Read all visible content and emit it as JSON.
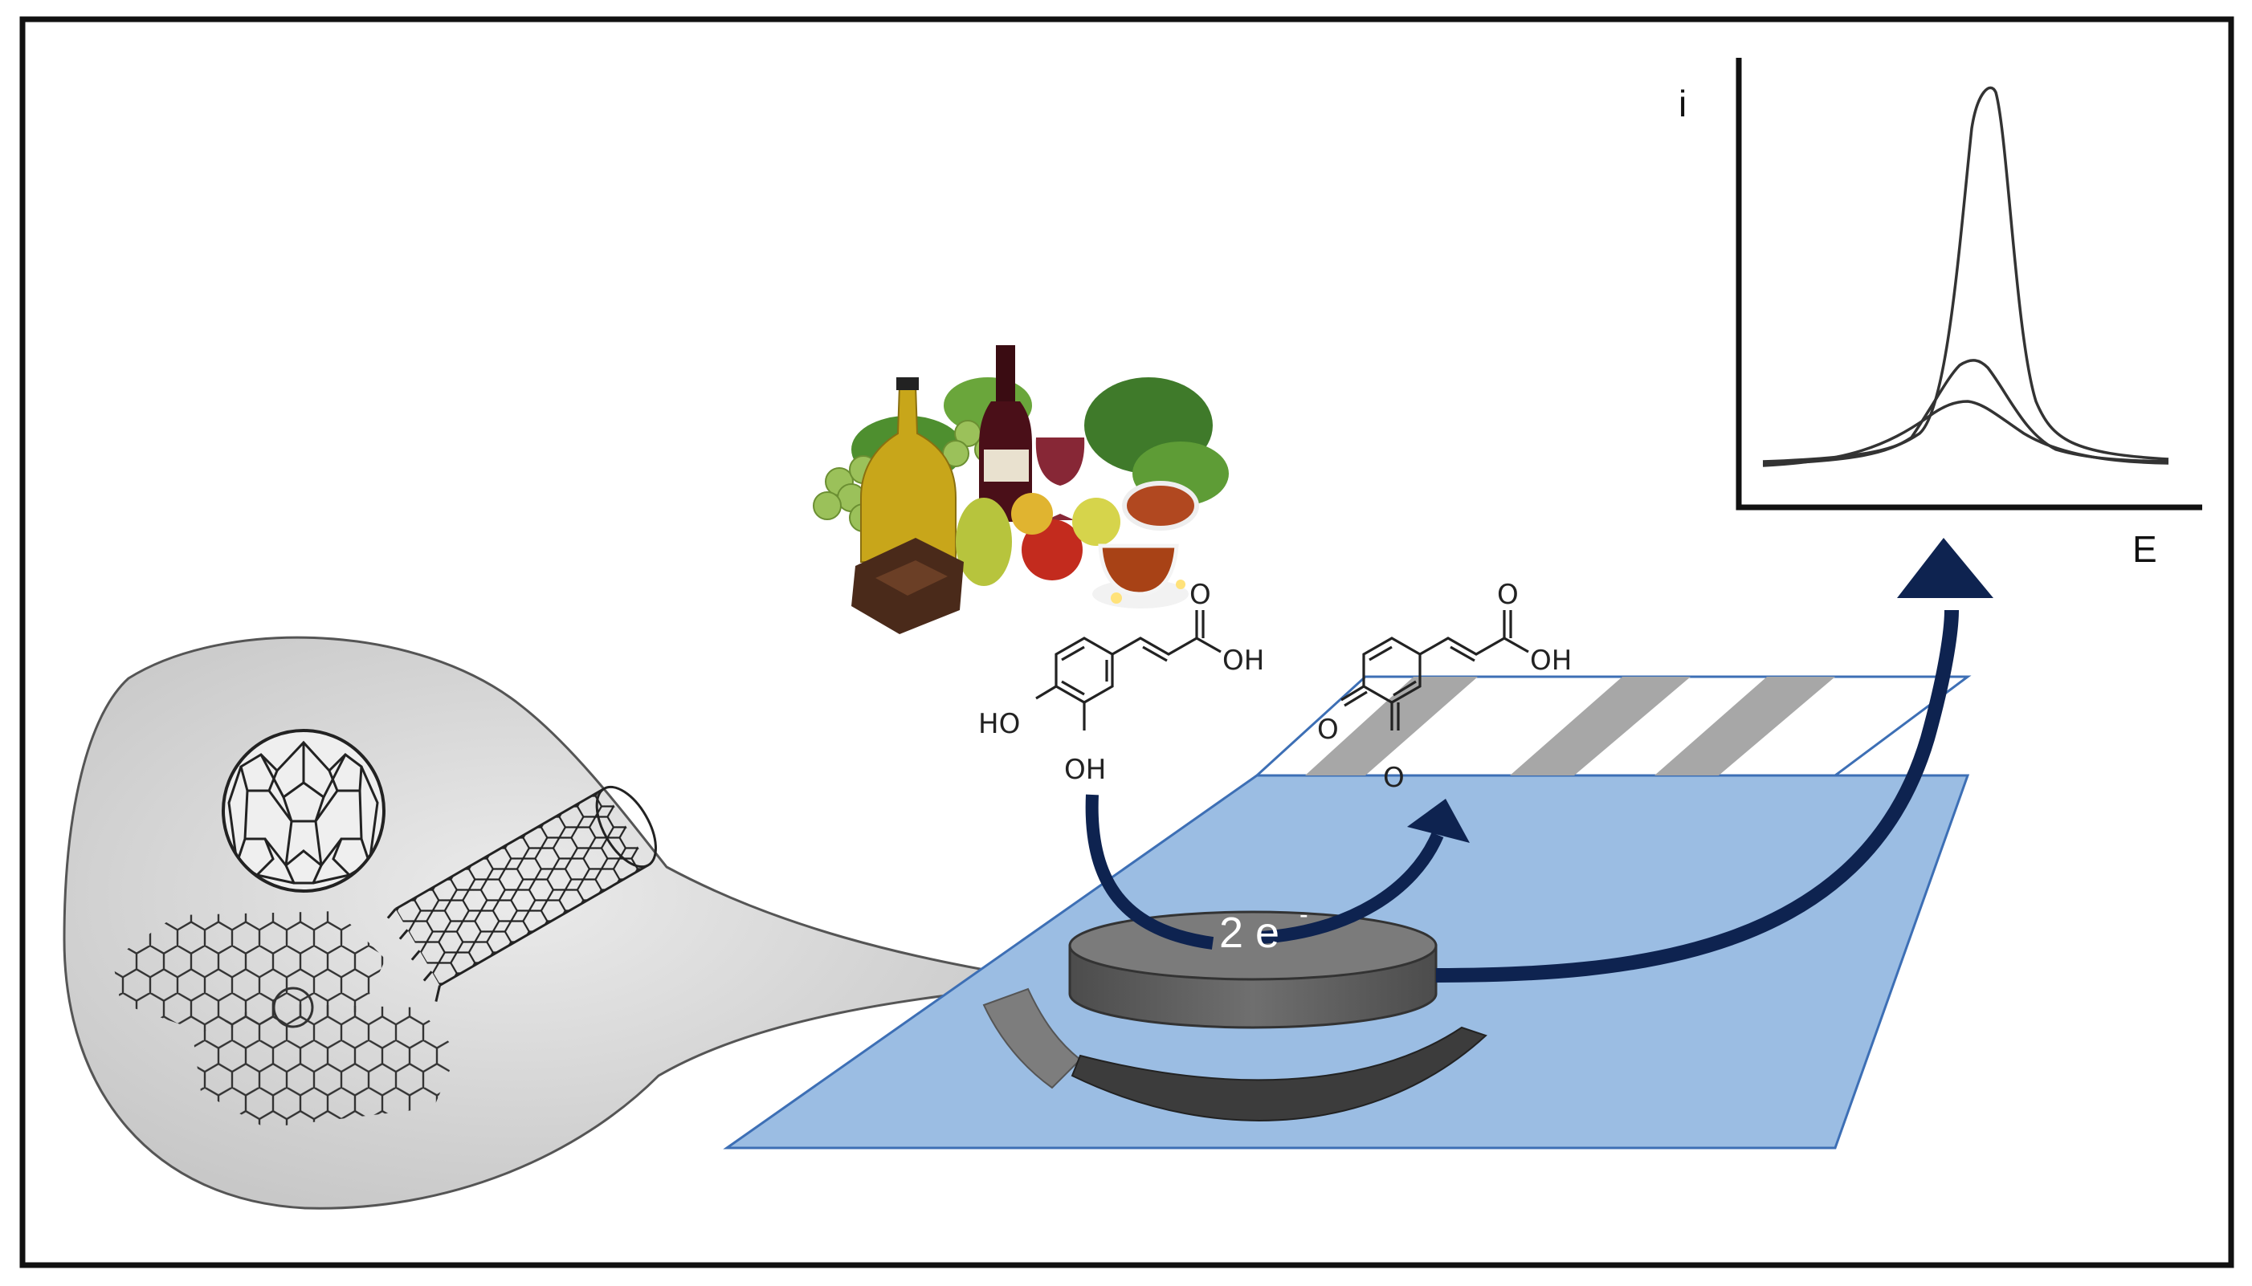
{
  "diagram": {
    "graph": {
      "y_axis_label": "i",
      "x_axis_label": "E"
    },
    "electrode": {
      "electron_transfer_label": "2 e",
      "electron_superscript": "-"
    },
    "reactant": {
      "carboxyl_o": "O",
      "carboxyl_oh": "OH",
      "hydroxyl_top": "HO",
      "hydroxyl_bottom": "OH"
    },
    "product": {
      "carboxyl_o": "O",
      "carboxyl_oh": "OH",
      "quinone_o_left": "O",
      "quinone_o_bottom": "O"
    },
    "colors": {
      "strip_fill": "#9bbde3",
      "strip_stroke": "#3d6fb5",
      "arrow": "#0e2350",
      "electrode_top": "#7b7b7b",
      "electrode_side": "#5a5a5a",
      "bubble_fill": "#d6d6d6",
      "frame": "#111111"
    },
    "icons": [
      "fullerene-icon",
      "nanotube-icon",
      "graphene-sheet-icon",
      "food-sources-illustration"
    ]
  }
}
